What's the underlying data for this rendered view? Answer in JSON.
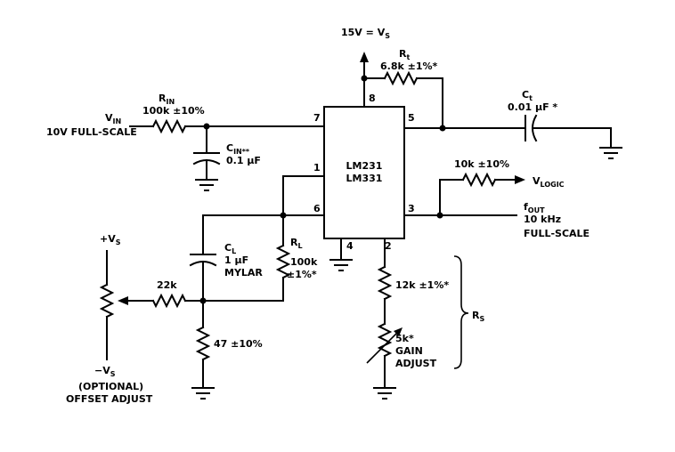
{
  "supply": {
    "label": "15V = V",
    "sub": "S"
  },
  "rt": {
    "name": "R",
    "name_sub": "t",
    "value": "6.8k ±1%*"
  },
  "rin": {
    "name": "R",
    "name_sub": "IN",
    "value": "100k ±10%"
  },
  "vin": {
    "label": "V",
    "sub": "IN",
    "scale": "10V FULL-SCALE"
  },
  "cin": {
    "name": "C",
    "name_sub": "IN**",
    "value": "0.1 μF"
  },
  "ct": {
    "name": "C",
    "name_sub": "t",
    "value": "0.01 μF *"
  },
  "chip": {
    "line1": "LM231",
    "line2": "LM331"
  },
  "pins": {
    "p1": "1",
    "p2": "2",
    "p3": "3",
    "p4": "4",
    "p5": "5",
    "p6": "6",
    "p7": "7",
    "p8": "8"
  },
  "rpull": {
    "value": "10k ±10%"
  },
  "vlogic": {
    "label": "V",
    "sub": "LOGIC"
  },
  "fout": {
    "label": "f",
    "sub": "OUT",
    "line2": "10 kHz",
    "line3": "FULL-SCALE"
  },
  "cl": {
    "name": "C",
    "name_sub": "L",
    "value": "1 μF",
    "type": "MYLAR"
  },
  "rl": {
    "name": "R",
    "name_sub": "L",
    "value": "100k",
    "tol": "±1%*"
  },
  "vs_pos": {
    "label": "+V",
    "sub": "S"
  },
  "vs_neg": {
    "label": "−V",
    "sub": "S"
  },
  "offset": {
    "line1": "(OPTIONAL)",
    "line2": "OFFSET ADJUST"
  },
  "r22k": {
    "value": "22k"
  },
  "r47": {
    "value": "47 ±10%"
  },
  "r12k": {
    "value": "12k ±1%*"
  },
  "pot5k": {
    "value": "5k*",
    "line2": "GAIN",
    "line3": "ADJUST"
  },
  "rs": {
    "label": "R",
    "sub": "S"
  }
}
